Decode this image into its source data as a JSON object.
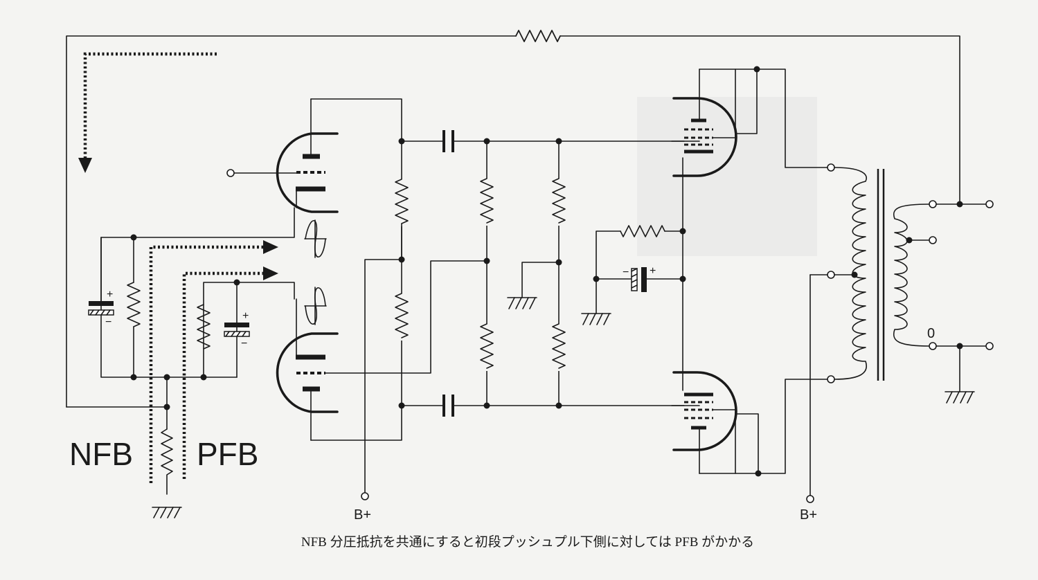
{
  "labels": {
    "nfb": "NFB",
    "pfb": "PFB",
    "bplus_left": "B+",
    "bplus_right": "B+",
    "zero": "0",
    "plus_sign": "+",
    "minus_sign": "−"
  },
  "caption": "NFB 分圧抵抗を共通にすると初段プッシュプル下側に対しては PFB がかかる"
}
